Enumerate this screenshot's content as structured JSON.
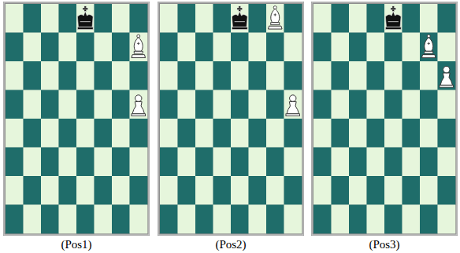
{
  "diagram": {
    "labels": [
      "(Pos1)",
      "(Pos2)",
      "(Pos3)"
    ]
  }
}
